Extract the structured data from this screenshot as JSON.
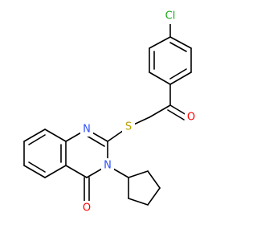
{
  "molecule": {
    "atoms": {
      "cl": {
        "label": "Cl",
        "color": "#1aaa1a"
      },
      "o_ketone": {
        "label": "O",
        "color": "#ff0000"
      },
      "s": {
        "label": "S",
        "color": "#b8a000"
      },
      "n_ring_top": {
        "label": "N",
        "color": "#3050f8"
      },
      "n_ring_bottom": {
        "label": "N",
        "color": "#3050f8"
      },
      "o_amide": {
        "label": "O",
        "color": "#ff0000"
      }
    },
    "bond_color": "#000000",
    "background": "#ffffff"
  }
}
